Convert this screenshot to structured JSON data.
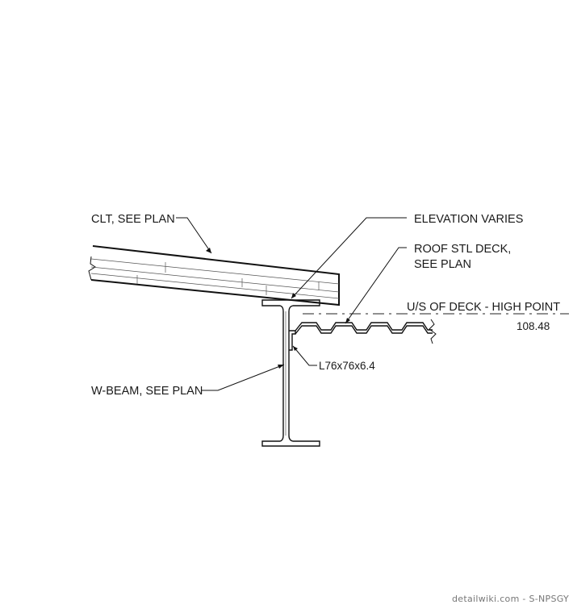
{
  "labels": {
    "clt": "CLT, SEE PLAN",
    "elevation": "ELEVATION VARIES",
    "deck_line1": "ROOF STL DECK,",
    "deck_line2": "SEE PLAN",
    "level_title": "U/S OF DECK - HIGH POINT",
    "level_value": "108.48",
    "angle": "L76x76x6.4",
    "beam": "W-BEAM, SEE PLAN"
  },
  "watermark": "detailwiki.com - S-NPSGY",
  "colors": {
    "line": "#111111",
    "text": "#1a1a1a",
    "watermark": "#777777"
  }
}
